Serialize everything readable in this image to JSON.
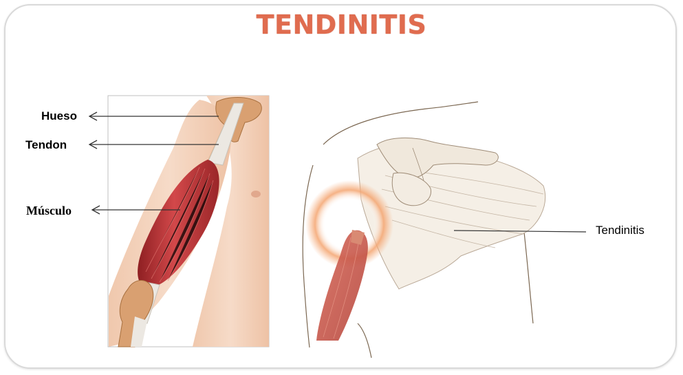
{
  "title": "TENDINITIS",
  "labels": {
    "hueso": "Hueso",
    "tendon": "Tendon",
    "musculo": "Músculo",
    "tendinitis": "Tendinitis"
  },
  "colors": {
    "title": "#e06c4f",
    "muscle": "#c0393a",
    "skin": "#f3d2bc",
    "bone": "#d9a071",
    "tendon": "#e8e4de",
    "inflammation": "#f2a070"
  }
}
